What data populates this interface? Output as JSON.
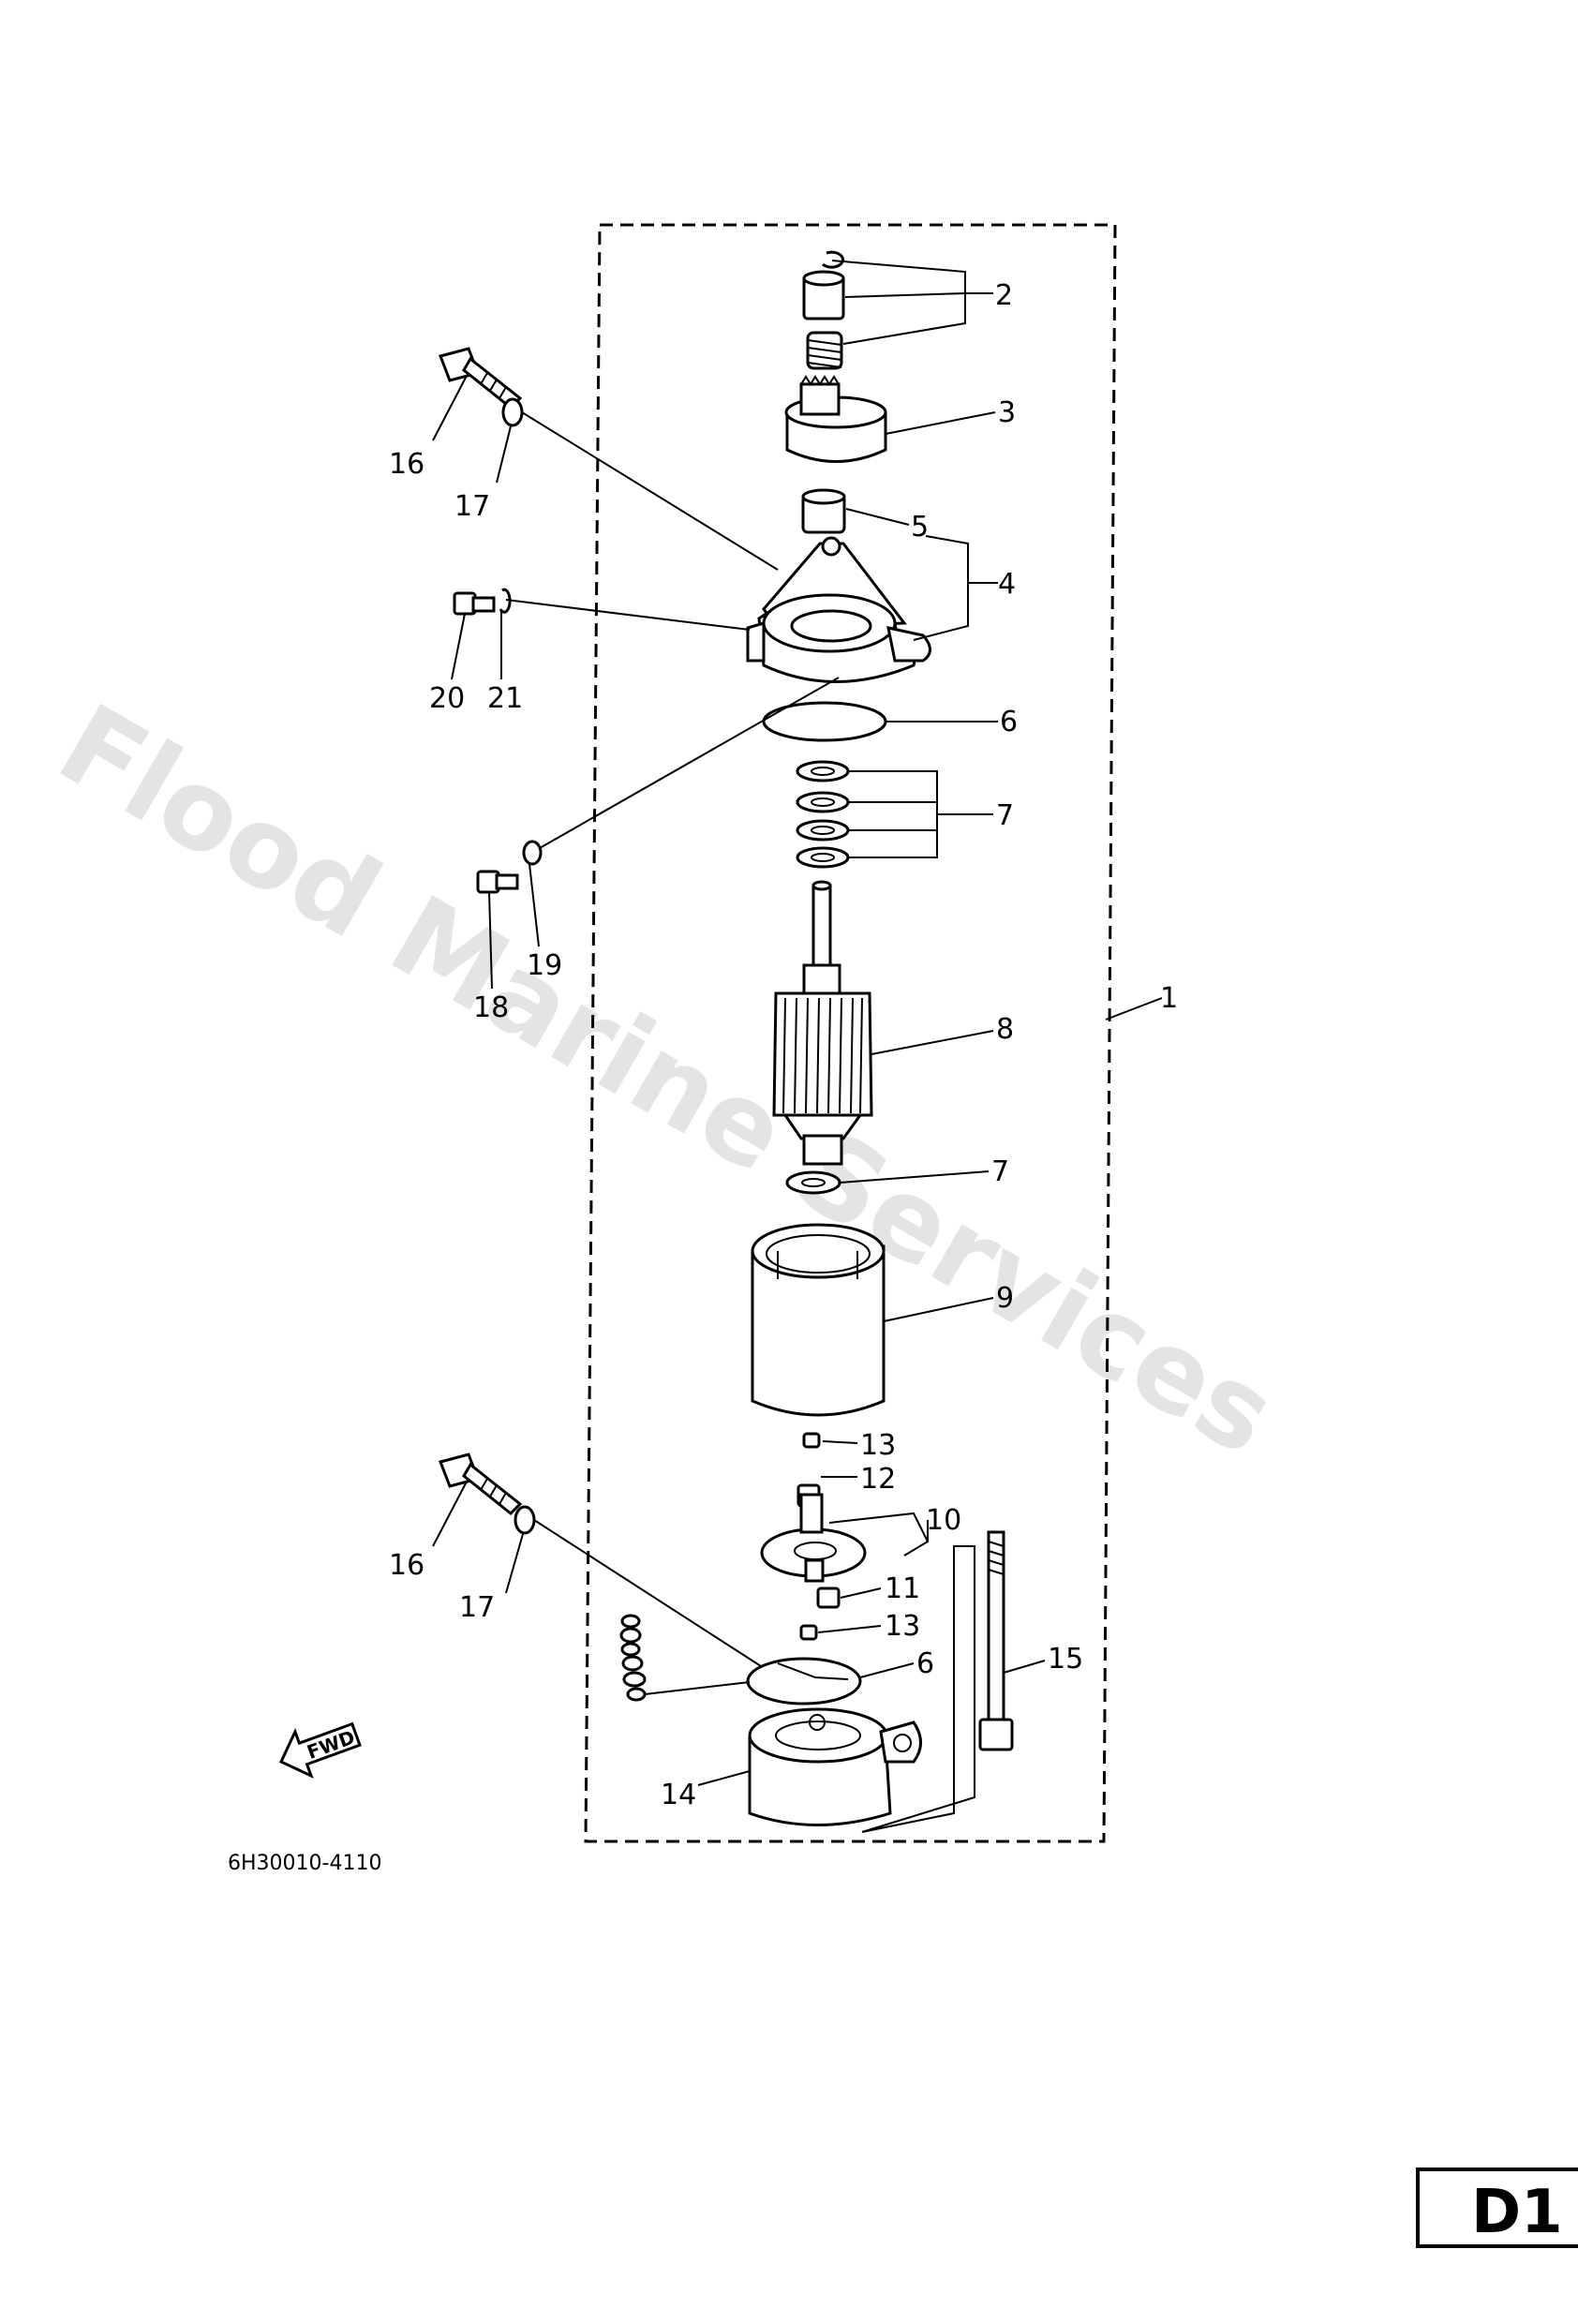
{
  "watermark": "Flood Marine Services",
  "diagram_code": "6H30010-4110",
  "page_id": "D1",
  "fwd_label": "FWD",
  "callouts": [
    {
      "id": "c1",
      "text": "1"
    },
    {
      "id": "c2",
      "text": "2"
    },
    {
      "id": "c3",
      "text": "3"
    },
    {
      "id": "c4",
      "text": "4"
    },
    {
      "id": "c5",
      "text": "5"
    },
    {
      "id": "c6a",
      "text": "6"
    },
    {
      "id": "c6b",
      "text": "6"
    },
    {
      "id": "c7a",
      "text": "7"
    },
    {
      "id": "c7b",
      "text": "7"
    },
    {
      "id": "c8",
      "text": "8"
    },
    {
      "id": "c9",
      "text": "9"
    },
    {
      "id": "c10",
      "text": "10"
    },
    {
      "id": "c11",
      "text": "11"
    },
    {
      "id": "c12",
      "text": "12"
    },
    {
      "id": "c13a",
      "text": "13"
    },
    {
      "id": "c13b",
      "text": "13"
    },
    {
      "id": "c14",
      "text": "14"
    },
    {
      "id": "c15",
      "text": "15"
    },
    {
      "id": "c16a",
      "text": "16"
    },
    {
      "id": "c16b",
      "text": "16"
    },
    {
      "id": "c17a",
      "text": "17"
    },
    {
      "id": "c17b",
      "text": "17"
    },
    {
      "id": "c18",
      "text": "18"
    },
    {
      "id": "c19",
      "text": "19"
    },
    {
      "id": "c20",
      "text": "20"
    },
    {
      "id": "c21",
      "text": "21"
    }
  ]
}
